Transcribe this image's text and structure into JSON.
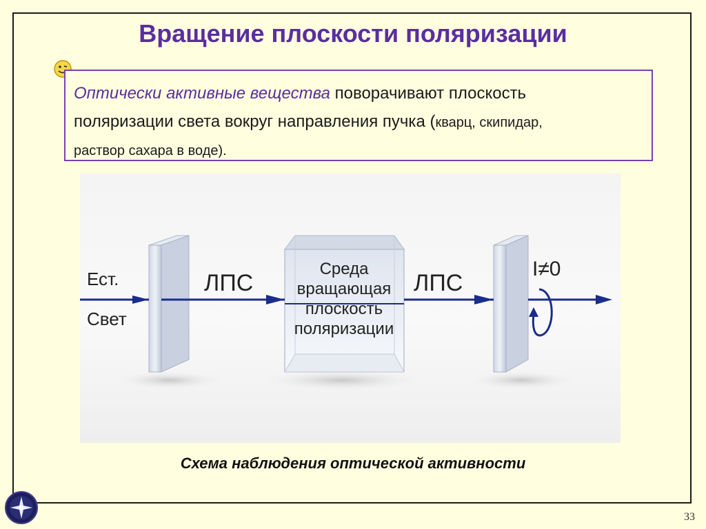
{
  "slide": {
    "title": "Вращение плоскости поляризации",
    "page_number": "33"
  },
  "textbox": {
    "highlight": "Оптически активные вещества",
    "rest_line1": " поворачивают плоскость",
    "line2_main": "поляризации света вокруг направления пучка (",
    "line2_small": "кварц, скипидар,",
    "line3": "раствор сахара в воде)."
  },
  "diagram": {
    "label_est": "Ест.",
    "label_svet": "Свет",
    "label_lps_left": "ЛПС",
    "label_lps_right": "ЛПС",
    "medium_line1": "Среда",
    "medium_line2": "вращающая",
    "medium_line3": "плоскость",
    "medium_line4": "поляризации",
    "intensity": "I≠0"
  },
  "caption": "Схема наблюдения оптической активности",
  "colors": {
    "background": "#ffffe0",
    "title": "#5a2ea0",
    "box_border": "#7a3fb0",
    "beam": "#1a2c8c"
  }
}
